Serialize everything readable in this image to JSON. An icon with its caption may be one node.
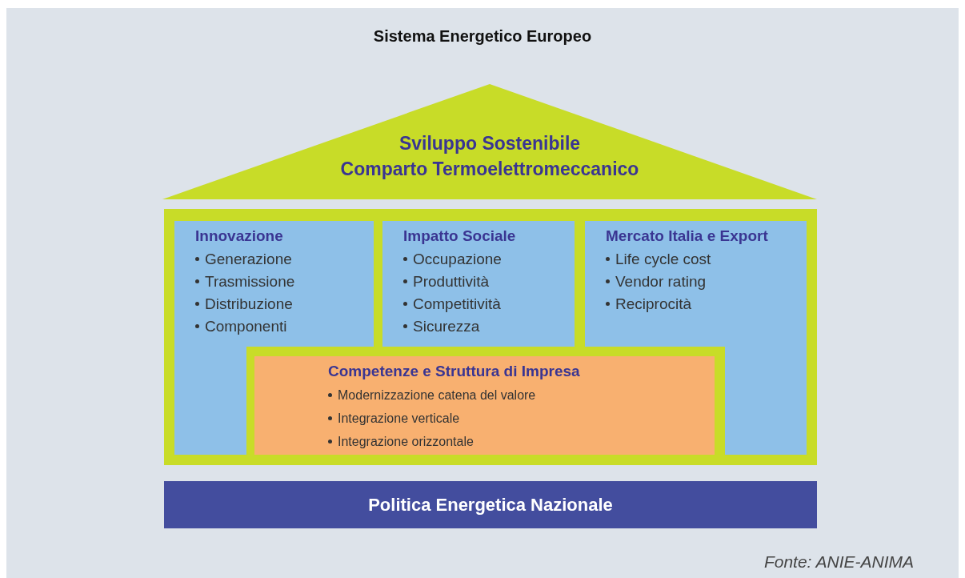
{
  "diagram": {
    "title": "Sistema Energetico Europeo",
    "nodes": [
      {
        "text": [
          "Sviluppo Sostenibile",
          "Comparto Termoelettromeccanico"
        ]
      },
      {
        "text": [],
        "shape": "box"
      },
      {
        "text": [
          "Innovazione",
          "Generazione",
          "Trasmissione",
          "Distribuzione",
          "Componenti"
        ],
        "in": 1
      },
      {
        "text": [
          "Impatto Sociale",
          "Occupazione",
          "Produttività",
          "Competitività",
          "Sicurezza"
        ],
        "in": 1
      },
      {
        "text": [
          "Mercato Italia e Export",
          "Life cycle cost",
          "Vendor rating",
          "Reciprocità"
        ],
        "in": 1
      },
      {
        "text": [
          "Competenze e Struttura di Impresa",
          "Modernizzazione catena del valore",
          "Integrazione verticale",
          "Integrazione orizzontale"
        ],
        "in": 1
      },
      {
        "text": [
          "Politica Energetica Nazionale"
        ]
      },
      {
        "text": [],
        "shape": "box",
        "in": 1
      },
      {
        "text": [],
        "shape": "box",
        "in": 1
      }
    ],
    "edges": [],
    "caption": "Fonte: ANIE-ANIMA"
  }
}
